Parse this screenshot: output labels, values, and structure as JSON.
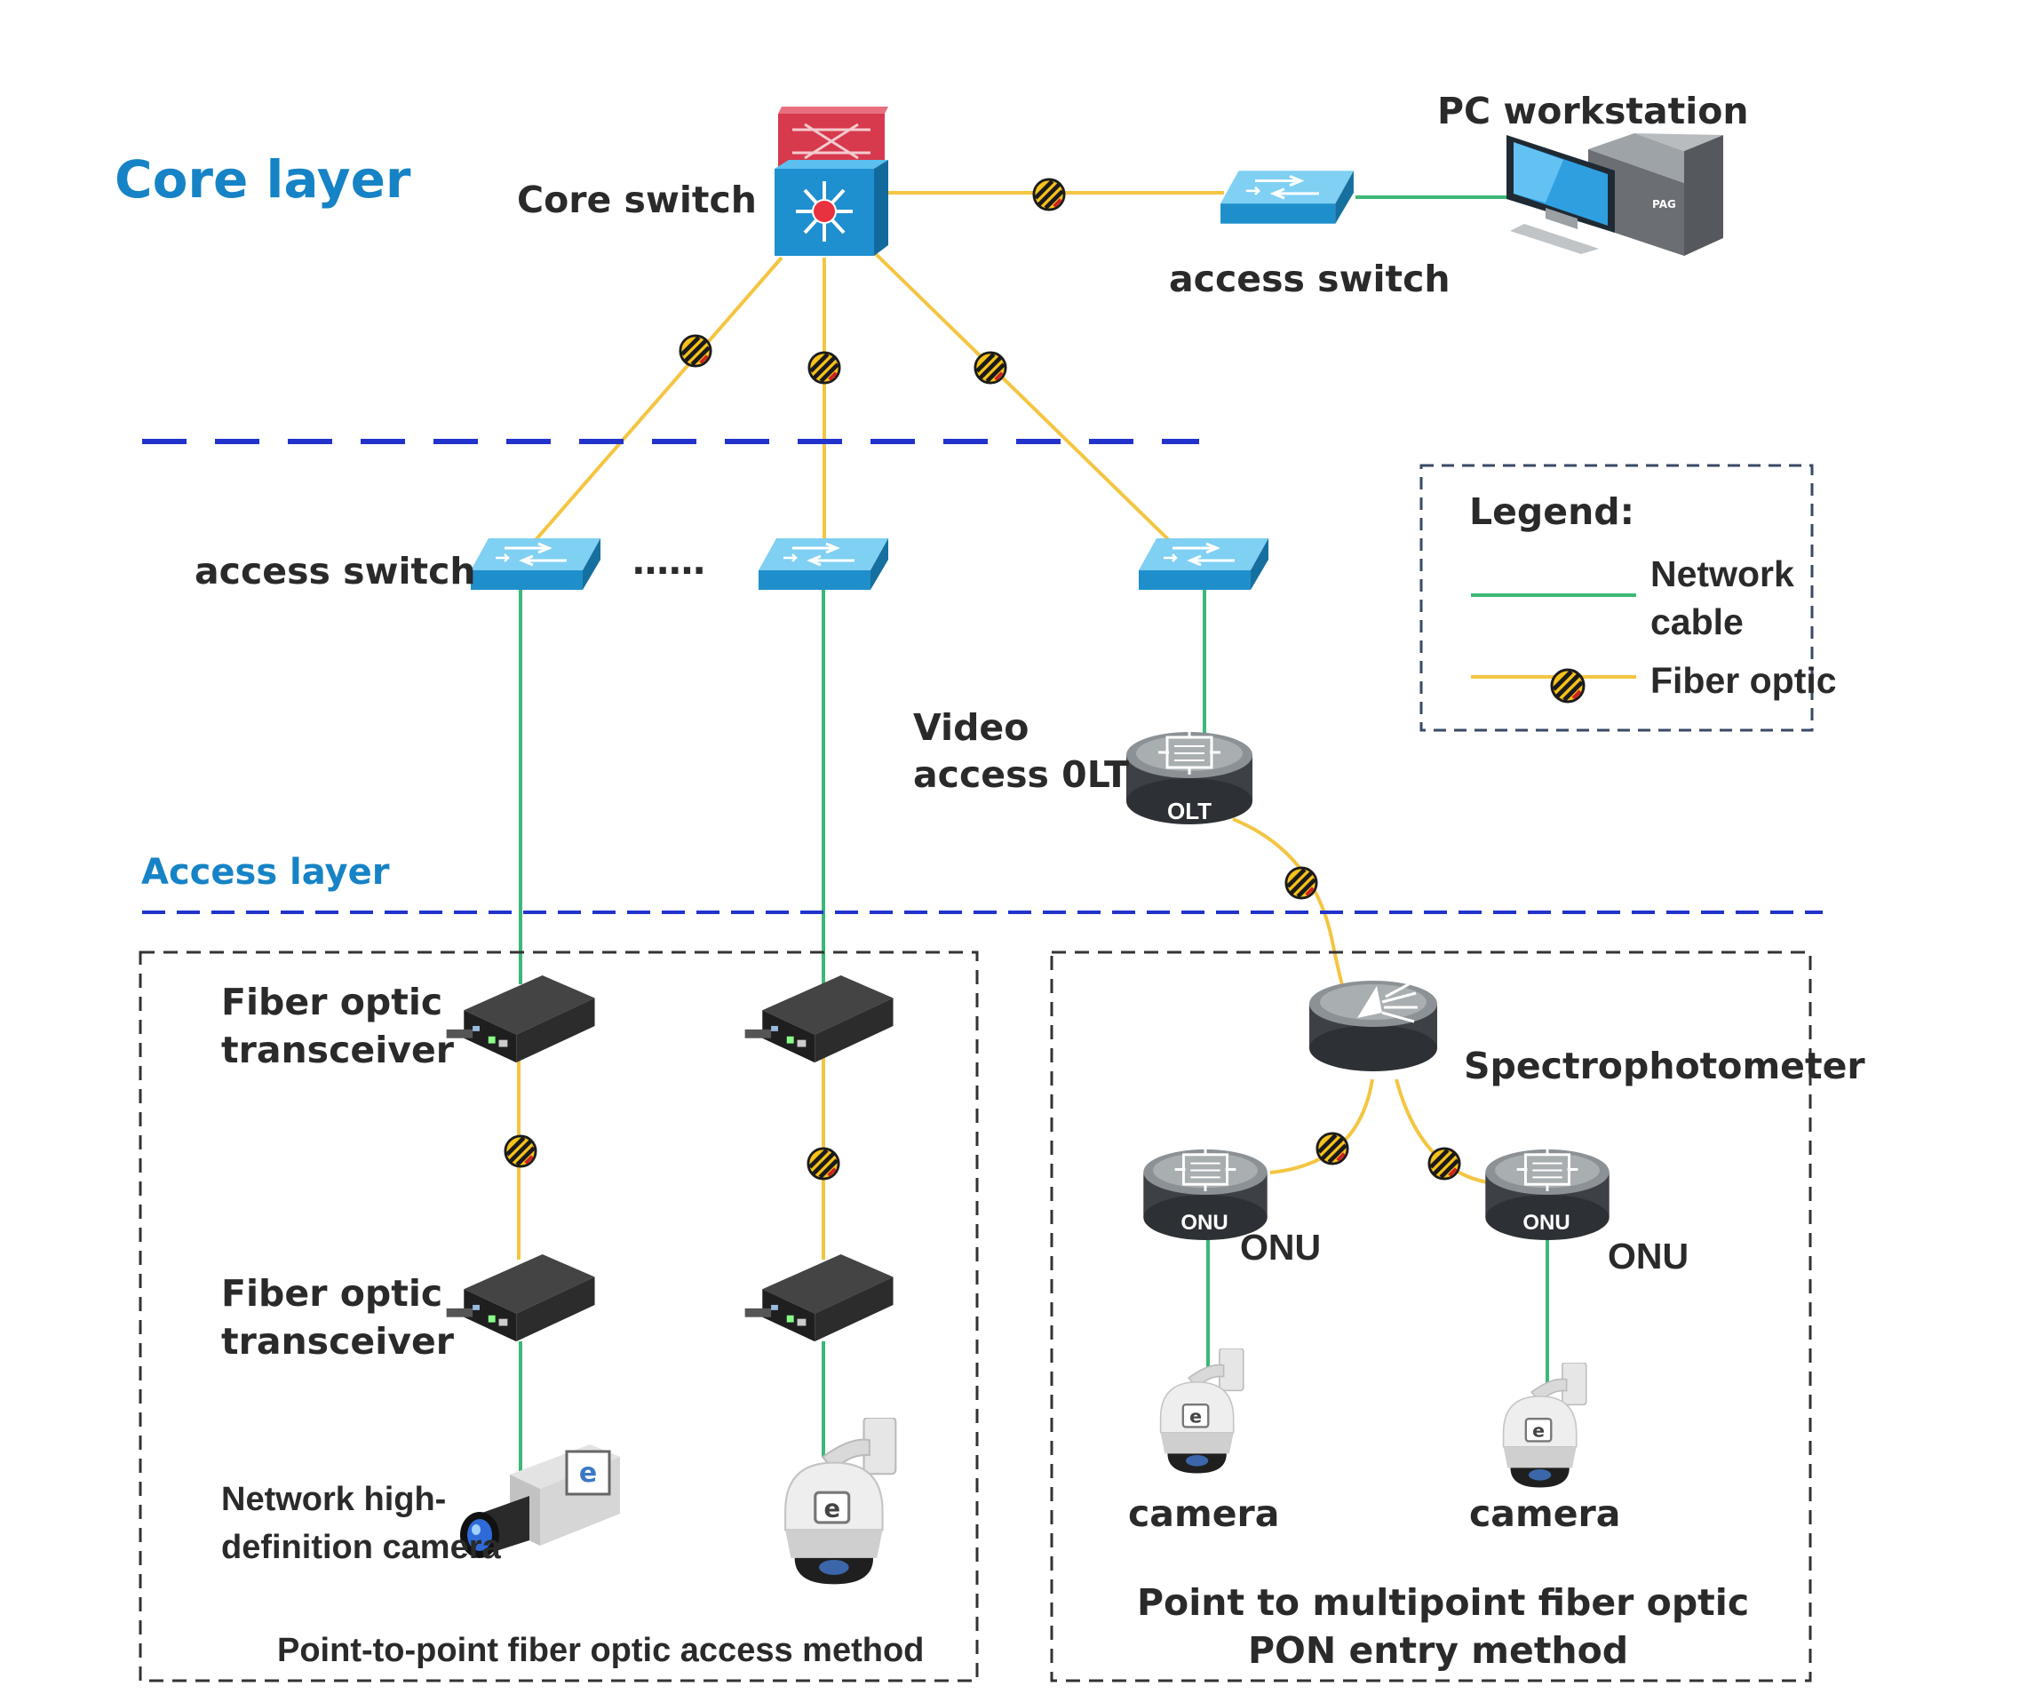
{
  "layers": {
    "core": "Core layer",
    "access": "Access layer"
  },
  "devices": {
    "core_switch": "Core switch",
    "pc_workstation": "PC workstation",
    "top_access_switch": "access switch",
    "left_access_switch": "access switch",
    "ellipsis": "……",
    "olt_line1": "Video",
    "olt_line2": "access 0LT",
    "olt_badge": "OLT",
    "transceiver_top_line1": "Fiber optic",
    "transceiver_top_line2": "transceiver",
    "transceiver_bottom_line1": "Fiber optic",
    "transceiver_bottom_line2": "transceiver",
    "hd_camera_line1": "Network high-",
    "hd_camera_line2": "definition camera",
    "spectrophotometer": "Spectrophotometer",
    "onu_left": "ONU",
    "onu_right": "ONU",
    "onu_badge": "ONU",
    "camera_left": "camera",
    "camera_right": "camera",
    "pc_badge": "PAG"
  },
  "legend": {
    "title": "Legend:",
    "network_cable_line1": "Network",
    "network_cable_line2": "cable",
    "fiber_optic": "Fiber optic"
  },
  "methods": {
    "point_to_point": "Point-to-point fiber optic access method",
    "pon_line1": "Point to multipoint fiber optic",
    "pon_line2": "PON entry method"
  },
  "colors": {
    "fiber": "#f4c542",
    "network_cable": "#3cb878",
    "layer_divider": "#2233cc",
    "layer_title": "#1683c6",
    "switch_blue": "#35a6dc"
  }
}
